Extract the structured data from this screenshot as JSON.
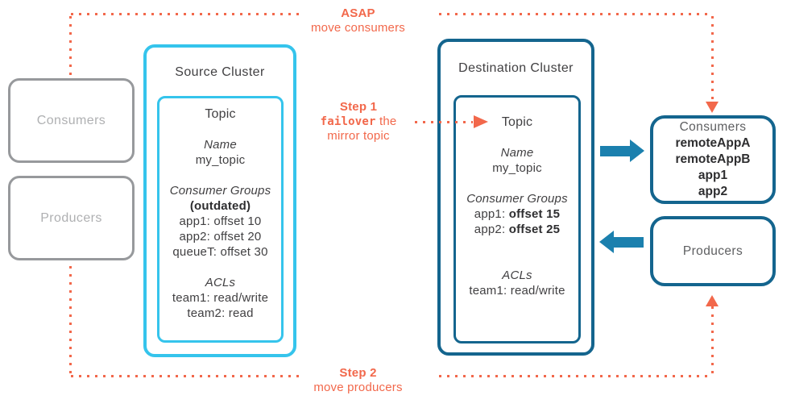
{
  "colors": {
    "orange": "#F2684B",
    "cyan": "#35C4EC",
    "teal": "#14658E",
    "arrow": "#1B80AE",
    "gray-border": "#97999C",
    "gray-text": "#AFB0B2",
    "dark-text": "#414042",
    "mid-gray-text": "#5E5F61",
    "near-black": "#2E2E30"
  },
  "left": {
    "consumers_label": "Consumers",
    "producers_label": "Producers"
  },
  "source_cluster": {
    "label": "Source Cluster",
    "topic": {
      "title": "Topic",
      "name_label": "Name",
      "name_value": "my_topic",
      "groups_label": "Consumer Groups",
      "groups_note": "(outdated)",
      "groups": [
        "app1: offset 10",
        "app2: offset 20",
        "queueT: offset 30"
      ],
      "acls_label": "ACLs",
      "acls": [
        "team1: read/write",
        "team2: read"
      ]
    }
  },
  "destination_cluster": {
    "label": "Destination Cluster",
    "topic": {
      "title": "Topic",
      "name_label": "Name",
      "name_value": "my_topic",
      "groups_label": "Consumer Groups",
      "groups": [
        {
          "pre": "app1: ",
          "bold": "offset 15"
        },
        {
          "pre": "app2: ",
          "bold": "offset 25"
        }
      ],
      "acls_label": "ACLs",
      "acls": [
        "team1: read/write"
      ]
    }
  },
  "right": {
    "consumers": {
      "label": "Consumers",
      "apps": [
        "remoteAppA",
        "remoteAppB",
        "app1",
        "app2"
      ]
    },
    "producers": {
      "label": "Producers"
    }
  },
  "annotations": {
    "asap": {
      "title": "ASAP",
      "subtitle": "move consumers"
    },
    "step1": {
      "title": "Step 1",
      "code": "failover",
      "rest": " the",
      "line2": "mirror topic"
    },
    "step2": {
      "title": "Step 2",
      "subtitle": "move producers"
    }
  }
}
